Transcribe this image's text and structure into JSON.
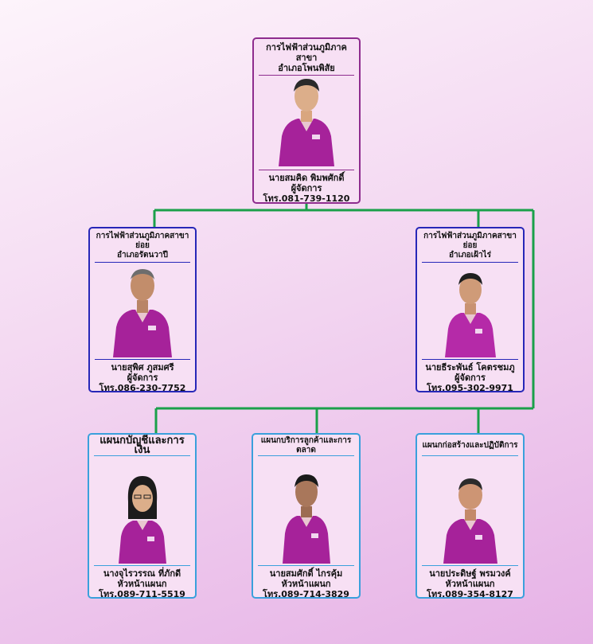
{
  "colors": {
    "connector": "#1aa04a",
    "shirt": "#a6229a",
    "shirt_light": "#c447b6"
  },
  "manager": {
    "title": "การไฟฟ้าส่วนภูมิภาคสาขา\nอำเภอโพนพิสัย",
    "name": "นายสมคิด พิมพศักดิ์",
    "position": "ผู้จัดการ",
    "phone": "โทร.081-739-1120"
  },
  "sub_left": {
    "title": "การไฟฟ้าส่วนภูมิภาคสาขาย่อย\nอำเภอรัตนวาปี",
    "name": "นายสุพิศ  ภูสมศรี",
    "position": "ผู้จัดการ",
    "phone": "โทร.086-230-7752"
  },
  "sub_right": {
    "title": "การไฟฟ้าส่วนภูมิภาคสาขาย่อย\nอำเภอเฝ้าไร่",
    "name": "นายธีระพันธ์ โคตรชมภู",
    "position": "ผู้จัดการ",
    "phone": "โทร.095-302-9971"
  },
  "dept_finance": {
    "title": "แผนกบัญชีและการเงิน",
    "name": "นางจุไรวรรณ  ที่ภักดี",
    "position": "หัวหน้าแผนก",
    "phone": "โทร.089-711-5519"
  },
  "dept_service": {
    "title": "แผนกบริการลูกค้าและการตลาด",
    "name": "นายสมศักดิ์ ไกรคุ้ม",
    "position": "หัวหน้าแผนก",
    "phone": "โทร.089-714-3829"
  },
  "dept_construction": {
    "title": "แผนกก่อสร้างและปฏิบัติการ",
    "name": "นายประดิษฐ์  พรมวงค์",
    "position": "หัวหน้าแผนก",
    "phone": "โทร.089-354-8127"
  }
}
